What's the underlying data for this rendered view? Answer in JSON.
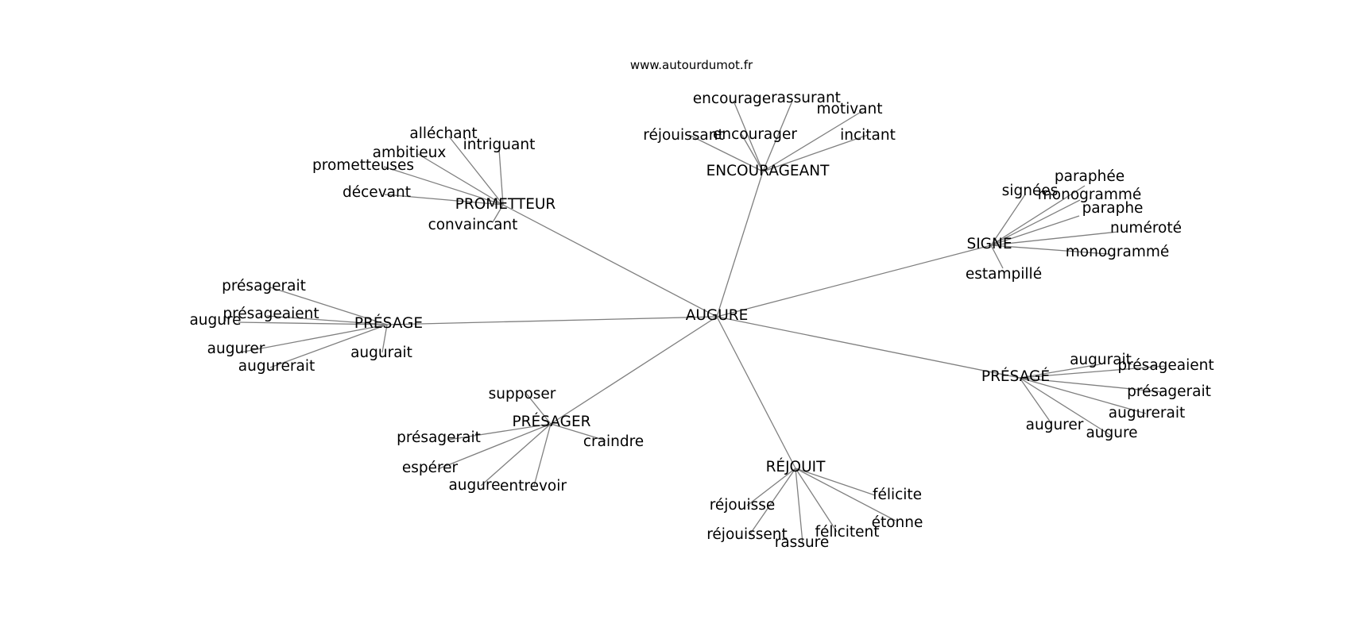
{
  "source_text": "www.autourdumot.fr",
  "root": "AUGURE",
  "clusters": [
    {
      "label": "PROMETTEUR",
      "leaves": [
        "alléchant",
        "intriguant",
        "ambitieux",
        "prometteuses",
        "décevant",
        "convaincant"
      ]
    },
    {
      "label": "ENCOURAGEANT",
      "leaves": [
        "encourage",
        "rassurant",
        "motivant",
        "réjouissant",
        "encourager",
        "incitant"
      ]
    },
    {
      "label": "SIGNE",
      "leaves": [
        "signées",
        "paraphée",
        "monogrammé",
        "paraphe",
        "numéroté",
        "monogrammé",
        "estampillé"
      ]
    },
    {
      "label": "PRÉSAGE",
      "leaves": [
        "présagerait",
        "présageaient",
        "augure",
        "augurer",
        "augurerait",
        "augurait"
      ]
    },
    {
      "label": "PRÉSAGÉ",
      "leaves": [
        "augurait",
        "présageaient",
        "présagerait",
        "augurerait",
        "augurer",
        "augure"
      ]
    },
    {
      "label": "PRÉSAGER",
      "leaves": [
        "supposer",
        "présagerait",
        "craindre",
        "espérer",
        "augure",
        "entrevoir"
      ]
    },
    {
      "label": "RÉJOUIT",
      "leaves": [
        "réjouisse",
        "félicite",
        "étonne",
        "réjouissent",
        "félicitent",
        "rassure"
      ]
    }
  ]
}
